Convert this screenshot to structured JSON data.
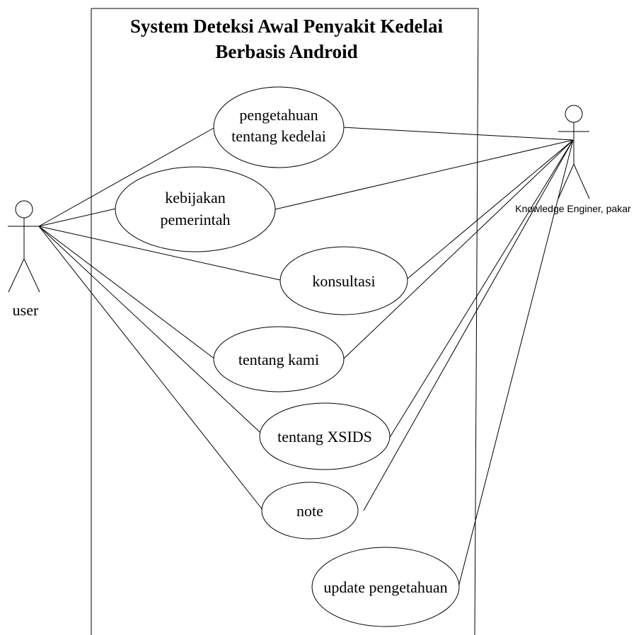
{
  "system": {
    "title_line1": "System Deteksi Awal Penyakit Kedelai",
    "title_line2": "Berbasis Android"
  },
  "actors": {
    "user": {
      "label": "user"
    },
    "expert": {
      "label": "Knowledge Enginer, pakar"
    }
  },
  "use_cases": {
    "pengetahuan": {
      "line1": "pengetahuan",
      "line2": "tentang kedelai"
    },
    "kebijakan": {
      "line1": "kebijakan",
      "line2": "pemerintah"
    },
    "konsultasi": {
      "label": "konsultasi"
    },
    "tentang_kami": {
      "label": "tentang kami"
    },
    "tentang_xsids": {
      "label": "tentang XSIDS"
    },
    "note": {
      "label": "note"
    },
    "update": {
      "label": "update pengetahuan"
    }
  }
}
